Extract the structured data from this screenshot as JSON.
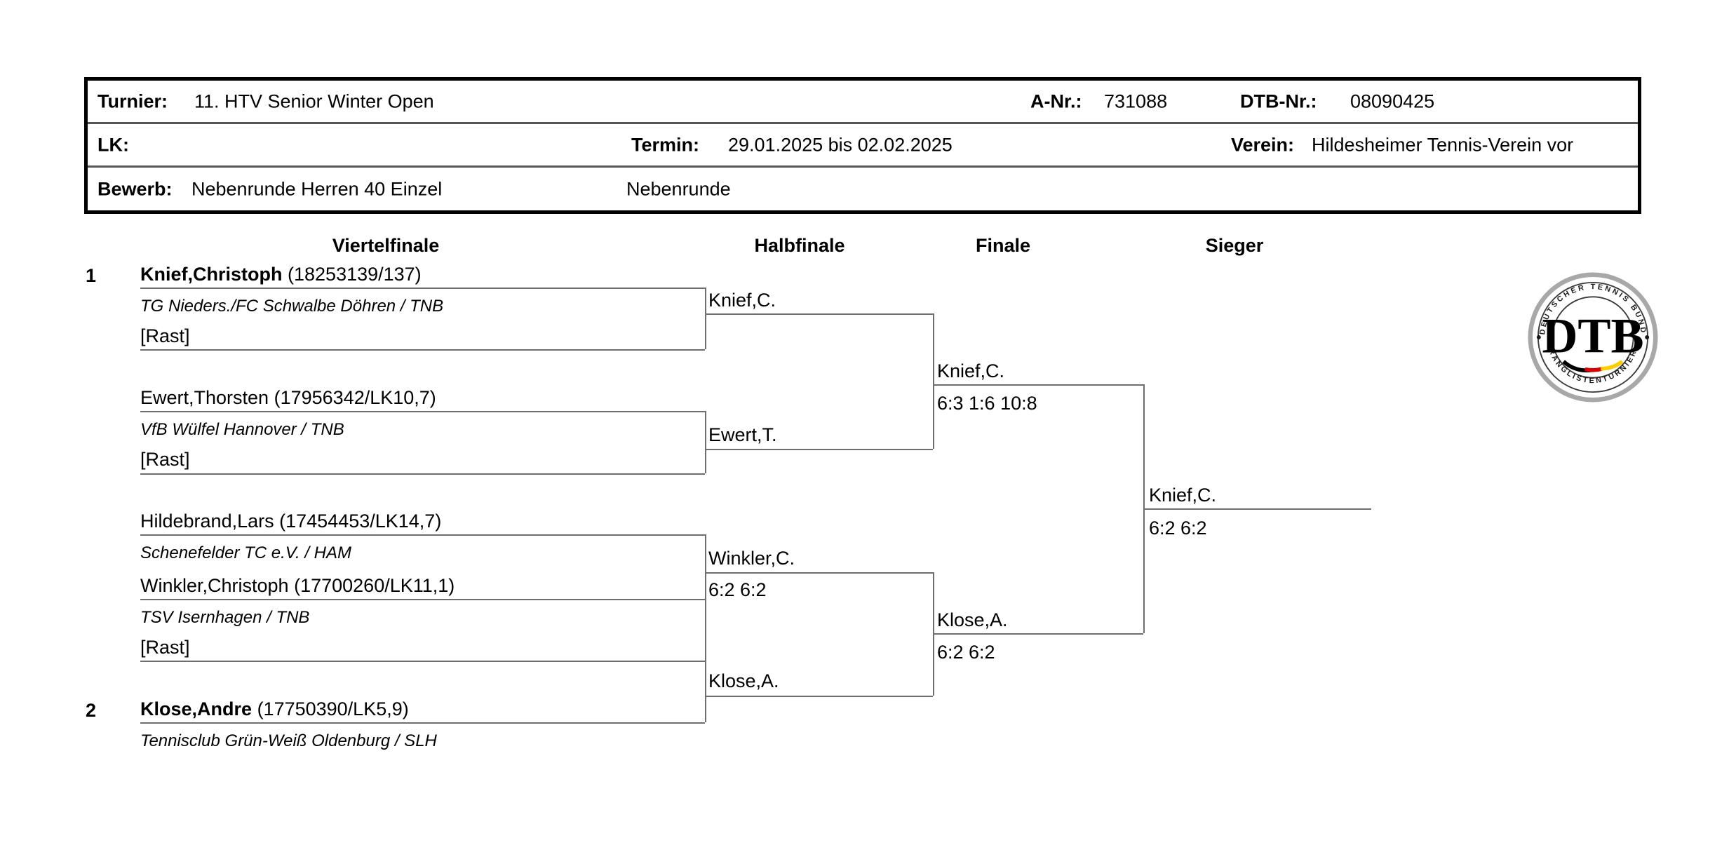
{
  "header": {
    "rows": [
      {
        "turnier_label": "Turnier:",
        "turnier_value": "11. HTV Senior Winter Open",
        "anr_label": "A-Nr.:",
        "anr_value": "731088",
        "dtbnr_label": "DTB-Nr.:",
        "dtbnr_value": "08090425"
      },
      {
        "lk_label": "LK:",
        "lk_value": "",
        "termin_label": "Termin:",
        "termin_value": "29.01.2025 bis 02.02.2025",
        "verein_label": "Verein:",
        "verein_value": "Hildesheimer Tennis-Verein vor"
      },
      {
        "bewerb_label": "Bewerb:",
        "bewerb_value": "Nebenrunde Herren 40 Einzel",
        "bewerb_extra": "Nebenrunde"
      }
    ]
  },
  "rounds": [
    {
      "label": "Viertelfinale"
    },
    {
      "label": "Halbfinale"
    },
    {
      "label": "Finale"
    },
    {
      "label": "Sieger"
    }
  ],
  "draw": {
    "entries": [
      {
        "seed": "1",
        "name": "Knief,Christoph",
        "id_lk": "(18253139/137)",
        "club": "TG Nieders./FC Schwalbe Döhren / TNB",
        "rast": "[Rast]",
        "seeded": true
      },
      {
        "seed": "",
        "name": "Ewert,Thorsten",
        "id_lk": "(17956342/LK10,7)",
        "club": "VfB Wülfel Hannover / TNB",
        "rast": "[Rast]",
        "seeded": false
      },
      {
        "seed": "",
        "name": "Hildebrand,Lars",
        "id_lk": "(17454453/LK14,7)",
        "club": "Schenefelder TC e.V. / HAM",
        "rast": "",
        "seeded": false
      },
      {
        "seed": "",
        "name": "Winkler,Christoph",
        "id_lk": "(17700260/LK11,1)",
        "club": "TSV Isernhagen / TNB",
        "rast": "[Rast]",
        "seeded": false
      },
      {
        "seed": "2",
        "name": "Klose,Andre",
        "id_lk": "(17750390/LK5,9)",
        "club": "Tennisclub Grün-Weiß Oldenburg / SLH",
        "rast": "",
        "seeded": true
      }
    ]
  },
  "results": {
    "halbfinale": [
      {
        "winner": "Knief,C.",
        "score": ""
      },
      {
        "winner": "Ewert,T.",
        "score": ""
      },
      {
        "winner": "Winkler,C.",
        "score": "6:2 6:2"
      },
      {
        "winner": "Klose,A.",
        "score": ""
      }
    ],
    "finale": [
      {
        "winner": "Knief,C.",
        "score": "6:3 1:6 10:8"
      },
      {
        "winner": "Klose,A.",
        "score": "6:2 6:2"
      }
    ],
    "sieger": [
      {
        "winner": "Knief,C.",
        "score": "6:2 6:2"
      }
    ]
  },
  "logo": {
    "name": "dtb-logo",
    "center_text": "DTB",
    "top_arc": "DEUTSCHER TENNIS BUND",
    "bottom_arc": "RANGLISTENTURNIER",
    "flag_colors": [
      "#000000",
      "#dd0000",
      "#ffce00"
    ]
  },
  "colors": {
    "text": "#000000",
    "bracket_line": "#6e6e6e",
    "box_border": "#000000",
    "row_divider": "#555555",
    "background": "#ffffff"
  }
}
